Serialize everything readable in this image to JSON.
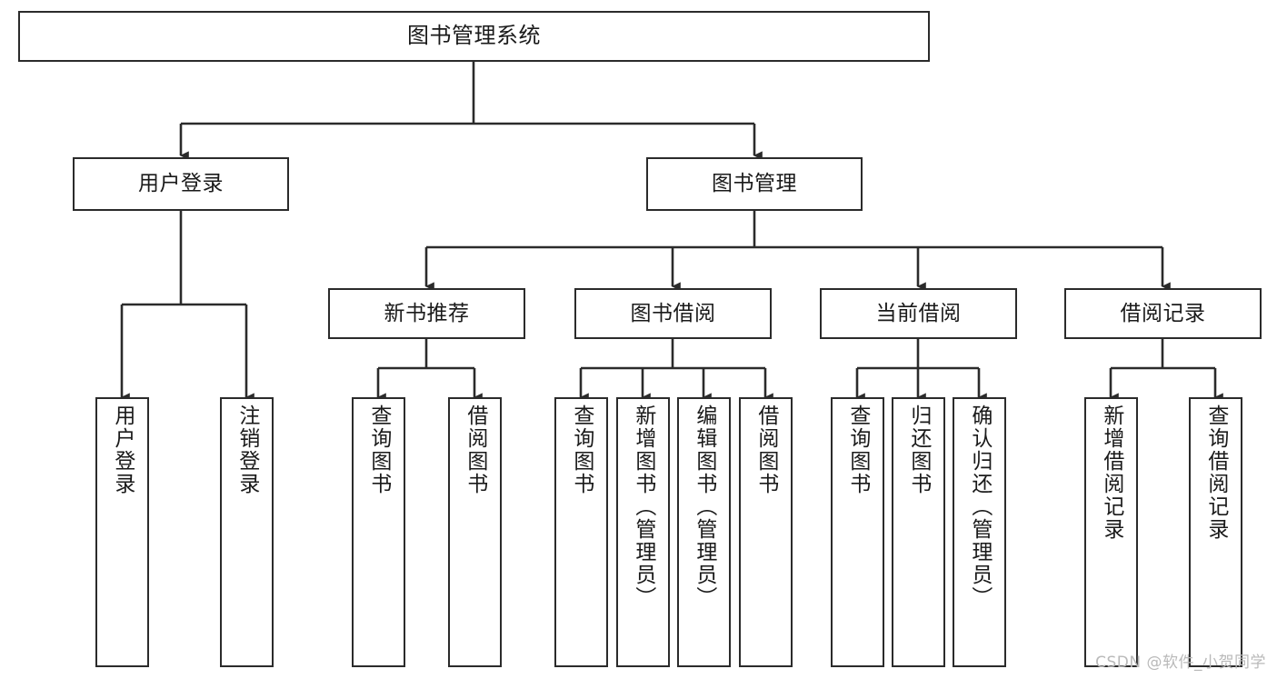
{
  "diagram": {
    "title": "图书管理系统",
    "type": "hierarchy-tree",
    "orientation": "top-down",
    "watermark": "CSDN @软件_小贺同学",
    "colors": {
      "node_border": "#2b2b2b",
      "node_fill": "#ffffff",
      "edge": "#2b2b2b",
      "text": "#1a1a1a",
      "watermark": "#b9b9b9",
      "background": "#ffffff"
    },
    "nodes": {
      "root": {
        "label": "图书管理系统"
      },
      "level2": [
        {
          "id": "user-login",
          "label": "用户登录"
        },
        {
          "id": "book-management",
          "label": "图书管理"
        }
      ],
      "level3": [
        {
          "id": "new-book-recommend",
          "label": "新书推荐",
          "parent": "book-management"
        },
        {
          "id": "book-borrow",
          "label": "图书借阅",
          "parent": "book-management"
        },
        {
          "id": "current-borrow",
          "label": "当前借阅",
          "parent": "book-management"
        },
        {
          "id": "borrow-record",
          "label": "借阅记录",
          "parent": "book-management"
        }
      ],
      "leaves": [
        {
          "id": "leaf-user-login",
          "label": "用户登录",
          "parent": "user-login"
        },
        {
          "id": "leaf-logout",
          "label": "注销登录",
          "parent": "user-login"
        },
        {
          "id": "leaf-query-book-1",
          "label": "查询图书",
          "parent": "new-book-recommend"
        },
        {
          "id": "leaf-borrow-book-1",
          "label": "借阅图书",
          "parent": "new-book-recommend"
        },
        {
          "id": "leaf-query-book-2",
          "label": "查询图书",
          "parent": "book-borrow"
        },
        {
          "id": "leaf-add-book",
          "label": "新增图书（管理员）",
          "parent": "book-borrow"
        },
        {
          "id": "leaf-edit-book",
          "label": "编辑图书（管理员）",
          "parent": "book-borrow"
        },
        {
          "id": "leaf-borrow-book-2",
          "label": "借阅图书",
          "parent": "book-borrow"
        },
        {
          "id": "leaf-query-book-3",
          "label": "查询图书",
          "parent": "current-borrow"
        },
        {
          "id": "leaf-return-book",
          "label": "归还图书",
          "parent": "current-borrow"
        },
        {
          "id": "leaf-confirm-return",
          "label": "确认归还（管理员）",
          "parent": "current-borrow"
        },
        {
          "id": "leaf-add-record",
          "label": "新增借阅记录",
          "parent": "borrow-record"
        },
        {
          "id": "leaf-query-record",
          "label": "查询借阅记录",
          "parent": "borrow-record"
        }
      ]
    }
  }
}
